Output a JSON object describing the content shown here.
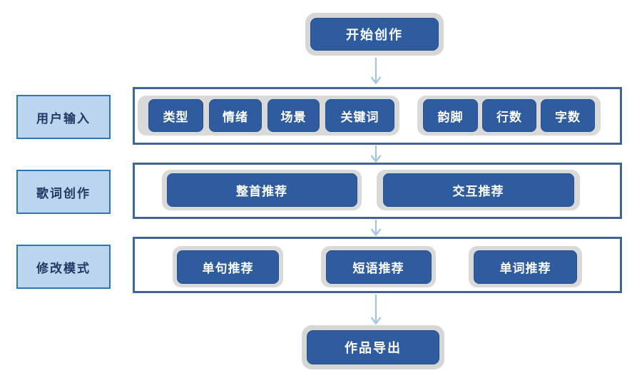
{
  "flow": {
    "start": {
      "label": "开始创作"
    },
    "rows": [
      {
        "label": "用户输入",
        "groups": [
          {
            "buttons": [
              "类型",
              "情绪",
              "场景",
              "关键词"
            ]
          },
          {
            "buttons": [
              "韵脚",
              "行数",
              "字数"
            ]
          }
        ]
      },
      {
        "label": "歌词创作",
        "groups": [
          {
            "buttons": [
              "整首推荐"
            ]
          },
          {
            "buttons": [
              "交互推荐"
            ]
          }
        ]
      },
      {
        "label": "修改模式",
        "groups": [
          {
            "buttons": [
              "单句推荐"
            ]
          },
          {
            "buttons": [
              "短语推荐"
            ]
          },
          {
            "buttons": [
              "单词推荐"
            ]
          }
        ]
      }
    ],
    "end": {
      "label": "作品导出"
    }
  },
  "colors": {
    "node_fill": "#2e5c9e",
    "node_text": "#ffffff",
    "node_outline": "#d6d6d6",
    "stage_label_fill": "#bcd5ee",
    "stage_label_border": "#2e75b6",
    "stage_label_text": "#1f3864",
    "container_border": "#3d6596",
    "strip_fill": "#d9d9d9",
    "arrow": "#9dc3e6"
  }
}
